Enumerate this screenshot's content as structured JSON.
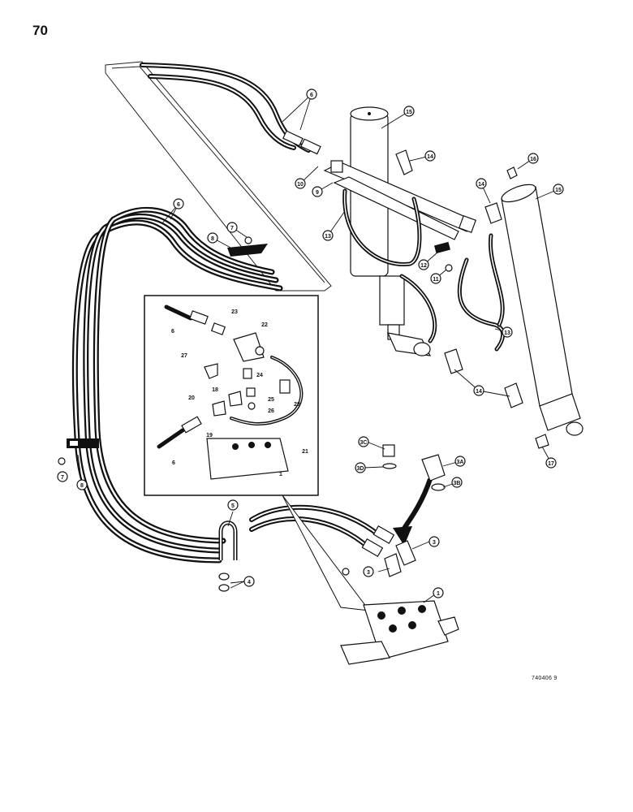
{
  "page": {
    "number": "70",
    "drawing_code": "740406 9"
  },
  "callouts": {
    "c1a": "1",
    "c3a": "3",
    "c3b": "3",
    "c3A": "3A",
    "c3B": "3B",
    "c3C": "3C",
    "c3D": "3D",
    "c4": "4",
    "c5": "5",
    "c6a": "6",
    "c6b": "6",
    "c7a": "7",
    "c7b": "7",
    "c8a": "8",
    "c8b": "8",
    "c9": "9",
    "c10": "10",
    "c11": "11",
    "c12": "12",
    "c13a": "13",
    "c13b": "13",
    "c14a": "14",
    "c14b": "14",
    "c14c": "14",
    "c15a": "15",
    "c15b": "15",
    "c16": "16",
    "c17": "17"
  },
  "inset": {
    "l1": "1",
    "l6a": "6",
    "l6b": "6",
    "l18": "18",
    "l19": "19",
    "l20": "20",
    "l21": "21",
    "l22": "22",
    "l23": "23",
    "l24": "24",
    "l25": "25",
    "l26": "26",
    "l27": "27",
    "l28": "28"
  }
}
